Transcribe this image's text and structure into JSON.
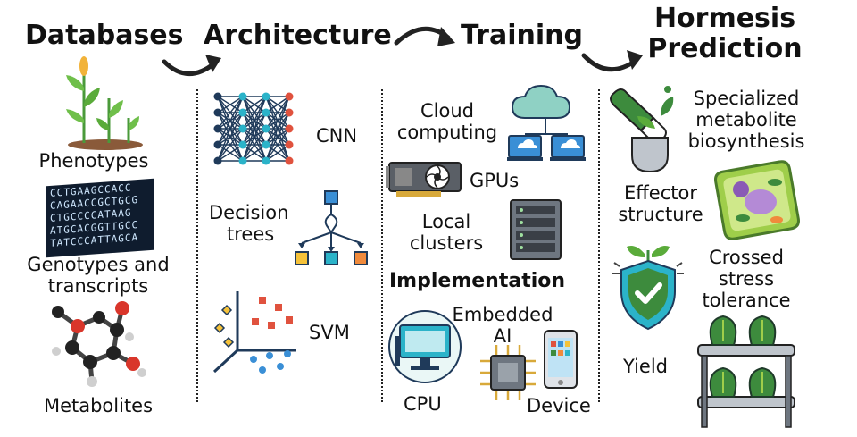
{
  "headers": {
    "databases": "Databases",
    "architecture": "Architecture",
    "training": "Training",
    "hormesis_line1": "Hormesis",
    "hormesis_line2": "Prediction"
  },
  "databases": {
    "phenotypes": "Phenotypes",
    "genotypes_line1": "Genotypes and",
    "genotypes_line2": "transcripts",
    "metabolites": "Metabolites",
    "dna_lines": [
      "CCTGAAGCCACC",
      "CAGAACCGCTGCG",
      "CTGCCCCATAAG",
      "ATGCACGGTTGCC",
      "TATCCCATTAGCA"
    ]
  },
  "architecture": {
    "cnn": "CNN",
    "decision_line1": "Decision",
    "decision_line2": "trees",
    "svm": "SVM"
  },
  "training": {
    "cloud_line1": "Cloud",
    "cloud_line2": "computing",
    "gpus": "GPUs",
    "local_line1": "Local",
    "local_line2": "clusters",
    "implementation": "Implementation",
    "embedded_line1": "Embedded",
    "embedded_line2": "AI",
    "cpu": "CPU",
    "device": "Device"
  },
  "hormesis": {
    "specialized_line1": "Specialized",
    "specialized_line2": "metabolite",
    "specialized_line3": "biosynthesis",
    "effector_line1": "Effector",
    "effector_line2": "structure",
    "crossed_line1": "Crossed",
    "crossed_line2": "stress",
    "crossed_line3": "tolerance",
    "yield": "Yield"
  },
  "colors": {
    "green": "#3d8b3d",
    "teal": "#2bb3c9",
    "navy": "#1f3a5a",
    "red": "#e0523e",
    "orange": "#f08a3c",
    "blue": "#3a8fd6",
    "gray": "#6e7680"
  }
}
